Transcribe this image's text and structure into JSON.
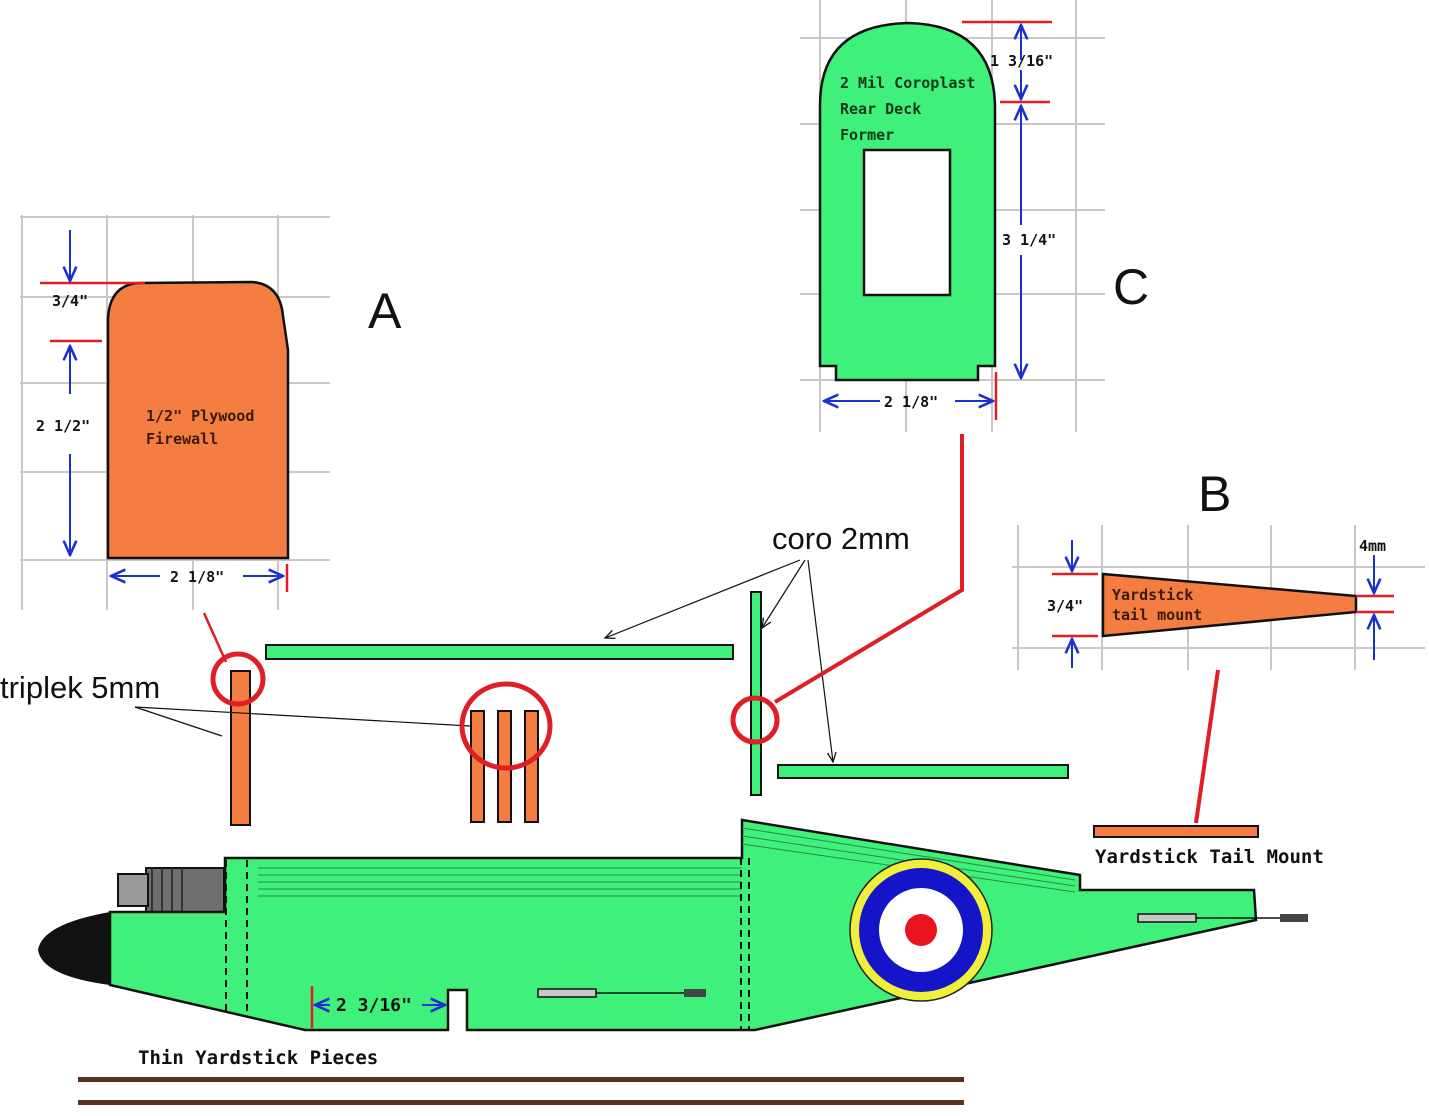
{
  "parts": {
    "a": {
      "letter": "A",
      "label_line1": "1/2\" Plywood",
      "label_line2": "Firewall",
      "dim_top": "3/4\"",
      "dim_height": "2 1/2\"",
      "dim_width": "2 1/8\""
    },
    "b": {
      "letter": "B",
      "label_line1": "Yardstick",
      "label_line2": "tail mount",
      "dim_height": "3/4\"",
      "dim_tip": "4mm"
    },
    "c": {
      "letter": "C",
      "label_line1": "2 Mil Coroplast",
      "label_line2": "Rear Deck",
      "label_line3": "Former",
      "dim_top": "1 3/16\"",
      "dim_height": "3 1/4\"",
      "dim_width": "2 1/8\""
    }
  },
  "annotations": {
    "triplek": "triplek 5mm",
    "coro": "coro 2mm"
  },
  "fuselage": {
    "dim_slot": "2 3/16\"",
    "tail_mount_caption": "Yardstick Tail Mount",
    "yardstick_caption": "Thin Yardstick Pieces"
  },
  "colors": {
    "plywood": "#f47d42",
    "coroplast": "#3ff07a",
    "callout": "#e01e26",
    "dimension": "#1c2fd0",
    "roundel_blue": "#1414c8",
    "roundel_yellow": "#f0f03c",
    "roundel_red": "#e8141e"
  }
}
